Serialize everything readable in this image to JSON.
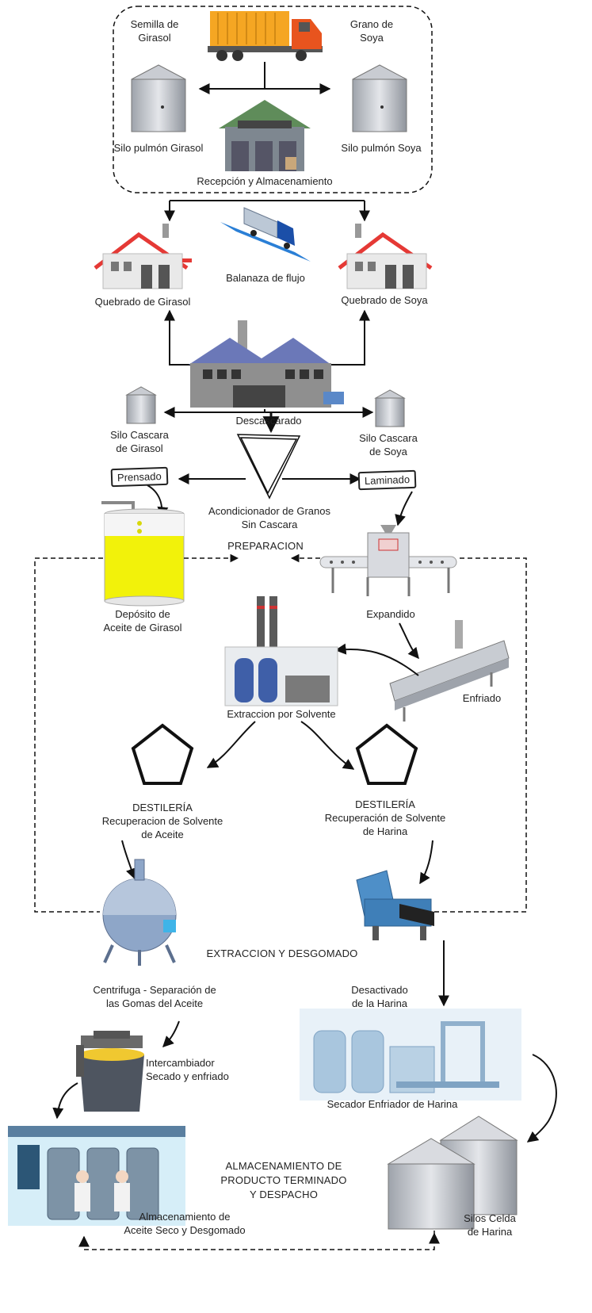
{
  "labels": {
    "semilla_girasol": "Semilla de\nGirasol",
    "grano_soya": "Grano de\nSoya",
    "silo_pulmon_girasol": "Silo pulmón Girasol",
    "silo_pulmon_soya": "Silo pulmón Soya",
    "recepcion": "Recepción y Almacenamiento",
    "balanza": "Balanaza de flujo",
    "quebrado_girasol": "Quebrado de Girasol",
    "quebrado_soya": "Quebrado de Soya",
    "descascarado": "Descascarado",
    "silo_cascara_girasol": "Silo Cascara\nde Girasol",
    "silo_cascara_soya": "Silo Cascara\nde Soya",
    "prensado": "Prensado",
    "laminado": "Laminado",
    "acondicionador": "Acondicionador de Granos\nSin Cascara",
    "preparacion": "PREPARACION",
    "deposito_aceite": "Depósito de\nAceite de Girasol",
    "expandido": "Expandido",
    "enfriado": "Enfriado",
    "extraccion_solvente": "Extraccion por Solvente",
    "destileria_aceite": "DESTILERÍA\nRecuperacion de Solvente\nde Aceite",
    "destileria_harina": "DESTILERÍA\nRecuperación de Solvente\nde Harina",
    "extraccion_desgomado": "EXTRACCION Y DESGOMADO",
    "centrifuga": "Centrifuga - Separación de\nlas Gomas del Aceite",
    "desactivado": "Desactivado\nde la Harina",
    "intercambiador": "Intercambiador\nSecado y enfriado",
    "secador": "Secador Enfriador de Harina",
    "almacenamiento_producto": "ALMACENAMIENTO DE\nPRODUCTO TERMINADO\nY DESPACHO",
    "almacenamiento_aceite": "Almacenamiento de\nAceite Seco y Desgomado",
    "silos_celda": "Silos Celda\nde Harina"
  },
  "colors": {
    "truck_container": "#f5a623",
    "truck_cab": "#e8541e",
    "oil_yellow": "#f2f20a",
    "roof_red": "#e53935",
    "factory_roof": "#6b78b8",
    "warehouse_roof": "#5f8c5a",
    "steel": "#b8bcc4",
    "line": "#111111"
  }
}
